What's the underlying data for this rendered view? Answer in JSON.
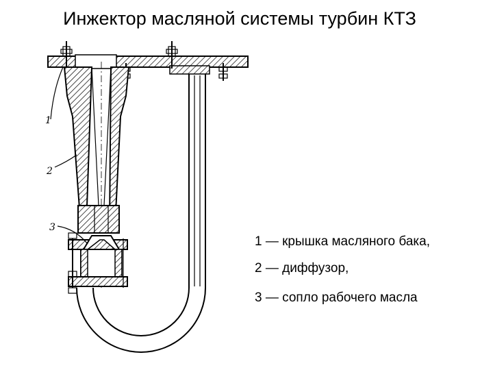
{
  "title": "Инжектор масляной системы турбин КТЗ",
  "callouts": [
    "1",
    "2",
    "3"
  ],
  "legend": [
    "1 — крышка масляного бака,",
    "2 — диффузор,",
    "3 — сопло рабочего масла"
  ]
}
